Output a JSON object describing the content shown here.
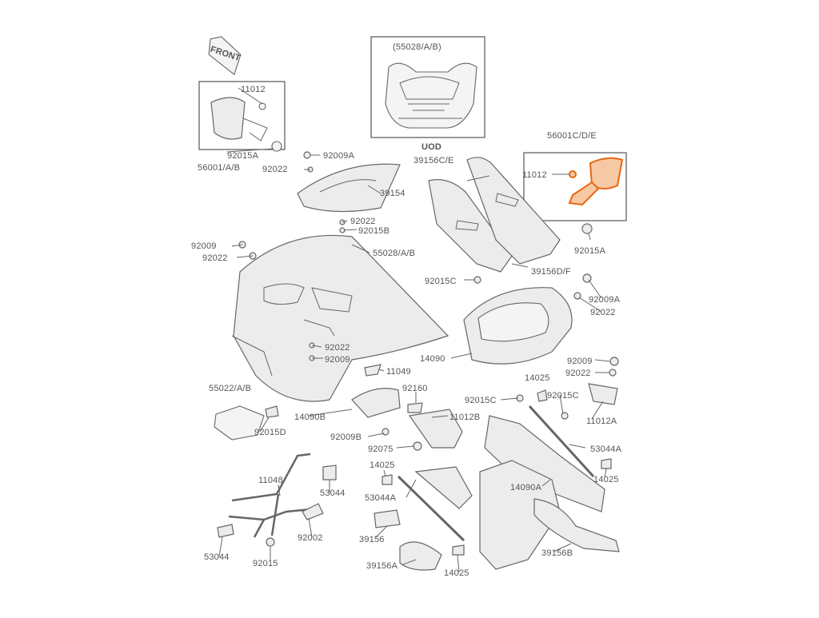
{
  "colors": {
    "line": "#666666",
    "label": "#555555",
    "highlight": "#e8670f",
    "background": "#ffffff"
  },
  "front_marker": {
    "text": "FRONT"
  },
  "inset_box": {
    "title": "(55028/A/B)"
  },
  "rear_ref": "UOD",
  "labels": {
    "l_11012_left": "11012",
    "l_92015A_left": "92015A",
    "l_56001AB": "56001/A/B",
    "l_92009A_top": "92009A",
    "l_92022_top": "92022",
    "l_39154": "39154",
    "l_39156CE": "39156C/E",
    "l_56001CDE": "56001C/D/E",
    "l_11012_right": "11012",
    "l_92015A_right": "92015A",
    "l_92022_mid": "92022",
    "l_92015B": "92015B",
    "l_92009_left": "92009",
    "l_92022_left": "92022",
    "l_55028AB": "55028/A/B",
    "l_39156DF": "39156D/F",
    "l_92015C_mid": "92015C",
    "l_92009A_right": "92009A",
    "l_92022_right": "92022",
    "l_92022_low": "92022",
    "l_92009_low": "92009",
    "l_14090": "14090",
    "l_92009_far": "92009",
    "l_92022_far": "92022",
    "l_11049": "11049",
    "l_14025_top": "14025",
    "l_55022AB": "55022/A/B",
    "l_92160": "92160",
    "l_92015C_a": "92015C",
    "l_92015C_b": "92015C",
    "l_11012A": "11012A",
    "l_14090B": "14090B",
    "l_11012B": "11012B",
    "l_92015D": "92015D",
    "l_92009B": "92009B",
    "l_92075": "92075",
    "l_53044A_right": "53044A",
    "l_14025_mid": "14025",
    "l_11048": "11048",
    "l_53044_top": "53044",
    "l_14090A": "14090A",
    "l_14025_right": "14025",
    "l_53044A_left": "53044A",
    "l_92002": "92002",
    "l_39156": "39156",
    "l_53044_bottom": "53044",
    "l_92015": "92015",
    "l_39156B": "39156B",
    "l_39156A": "39156A",
    "l_14025_bottom": "14025"
  }
}
